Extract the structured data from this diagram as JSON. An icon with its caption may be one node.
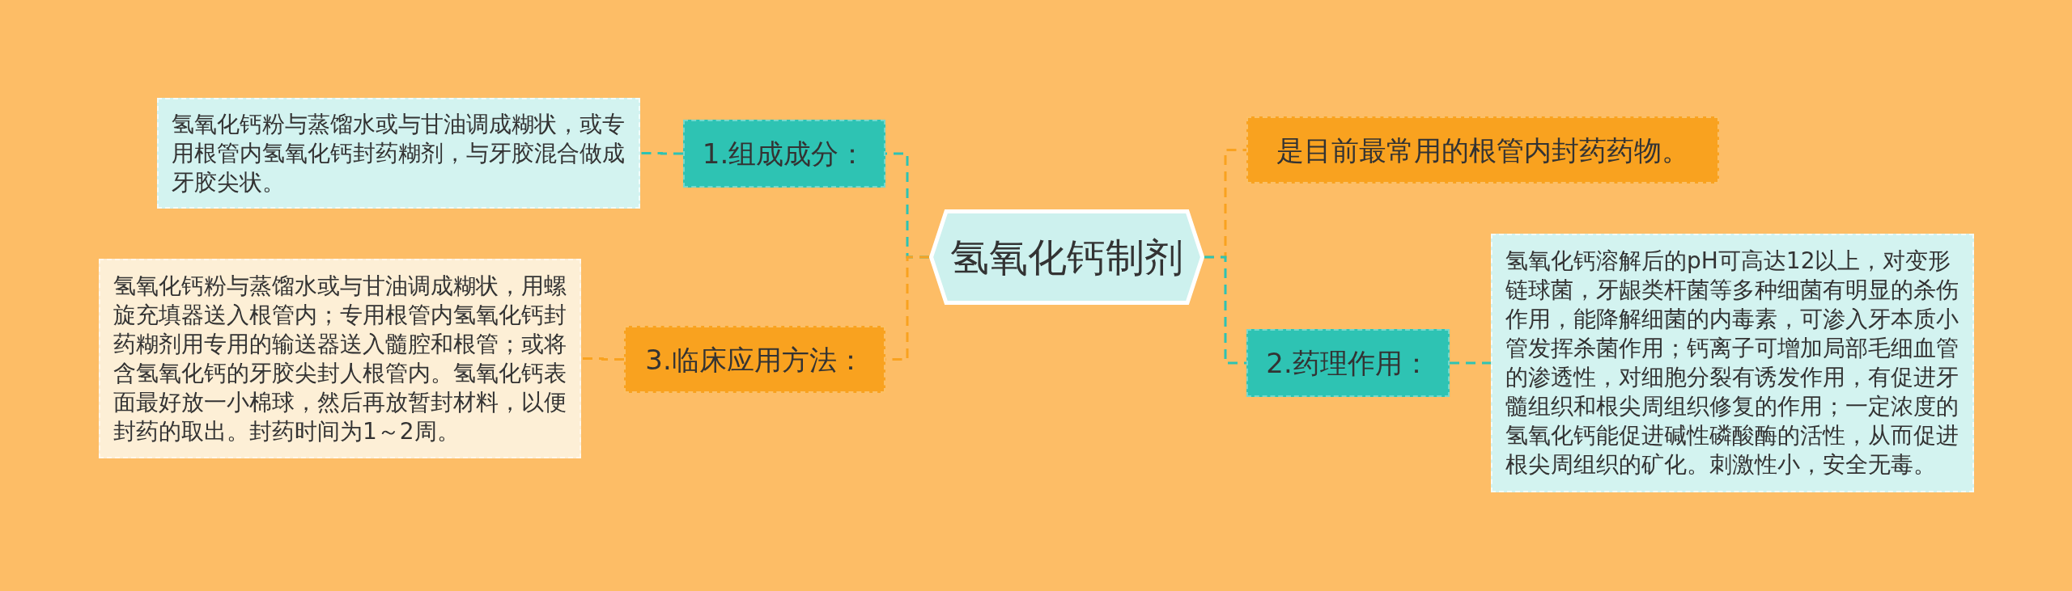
{
  "diagram": {
    "nodes": [
      {
        "text": [
          "氢氧化钙制剂"
        ]
      },
      {
        "text": [
          "1.组成成分："
        ]
      },
      {
        "text": [
          "氢氧化钙粉与蒸馏水或与甘油调成糊状，或专用根管内氢氧化钙封药糊剂，与牙胶混合做成牙胶尖状。"
        ]
      },
      {
        "text": [
          "3.临床应用方法："
        ]
      },
      {
        "text": [
          "氢氧化钙粉与蒸馏水或与甘油调成糊状，用螺旋充填器送入根管内；专用根管内氢氧化钙封药糊剂用专用的输送器送入髓腔和根管；或将含氢氧化钙的牙胶尖封人根管内。氢氧化钙表面最好放一小棉球，然后再放暂封材料，以便封药的取出。封药时间为1～2周。"
        ]
      },
      {
        "text": [
          "是目前最常用的根管内封药药物。"
        ]
      },
      {
        "text": [
          "2.药理作用："
        ]
      },
      {
        "text": [
          "氢氧化钙溶解后的pH可高达12以上，对变形链球菌，牙龈类杆菌等多种细菌有明显的杀伤作用，能降解细菌的内毒素，可渗入牙本质小管发挥杀菌作用；钙离子可增加局部毛细血管的渗透性，对细胞分裂有诱发作用，有促进牙髓组织和根尖周组织修复的作用；一定浓度的氢氧化钙能促进碱性磷酸酶的活性，从而促进根尖周组织的矿化。刺激性小，安全无毒。"
        ]
      }
    ],
    "edges": [
      {
        "from": 0,
        "to": 1,
        "arrow": "none"
      },
      {
        "from": 1,
        "to": 2,
        "arrow": "none"
      },
      {
        "from": 0,
        "to": 3,
        "arrow": "none",
        "color": "#f9a21f"
      },
      {
        "from": 3,
        "to": 4,
        "arrow": "none",
        "color": "#f9a21f"
      },
      {
        "from": 0,
        "to": 5,
        "arrow": "none",
        "color": "#f9a21f"
      },
      {
        "from": 0,
        "to": 6,
        "arrow": "none"
      },
      {
        "from": 6,
        "to": 7,
        "arrow": "none"
      }
    ]
  }
}
